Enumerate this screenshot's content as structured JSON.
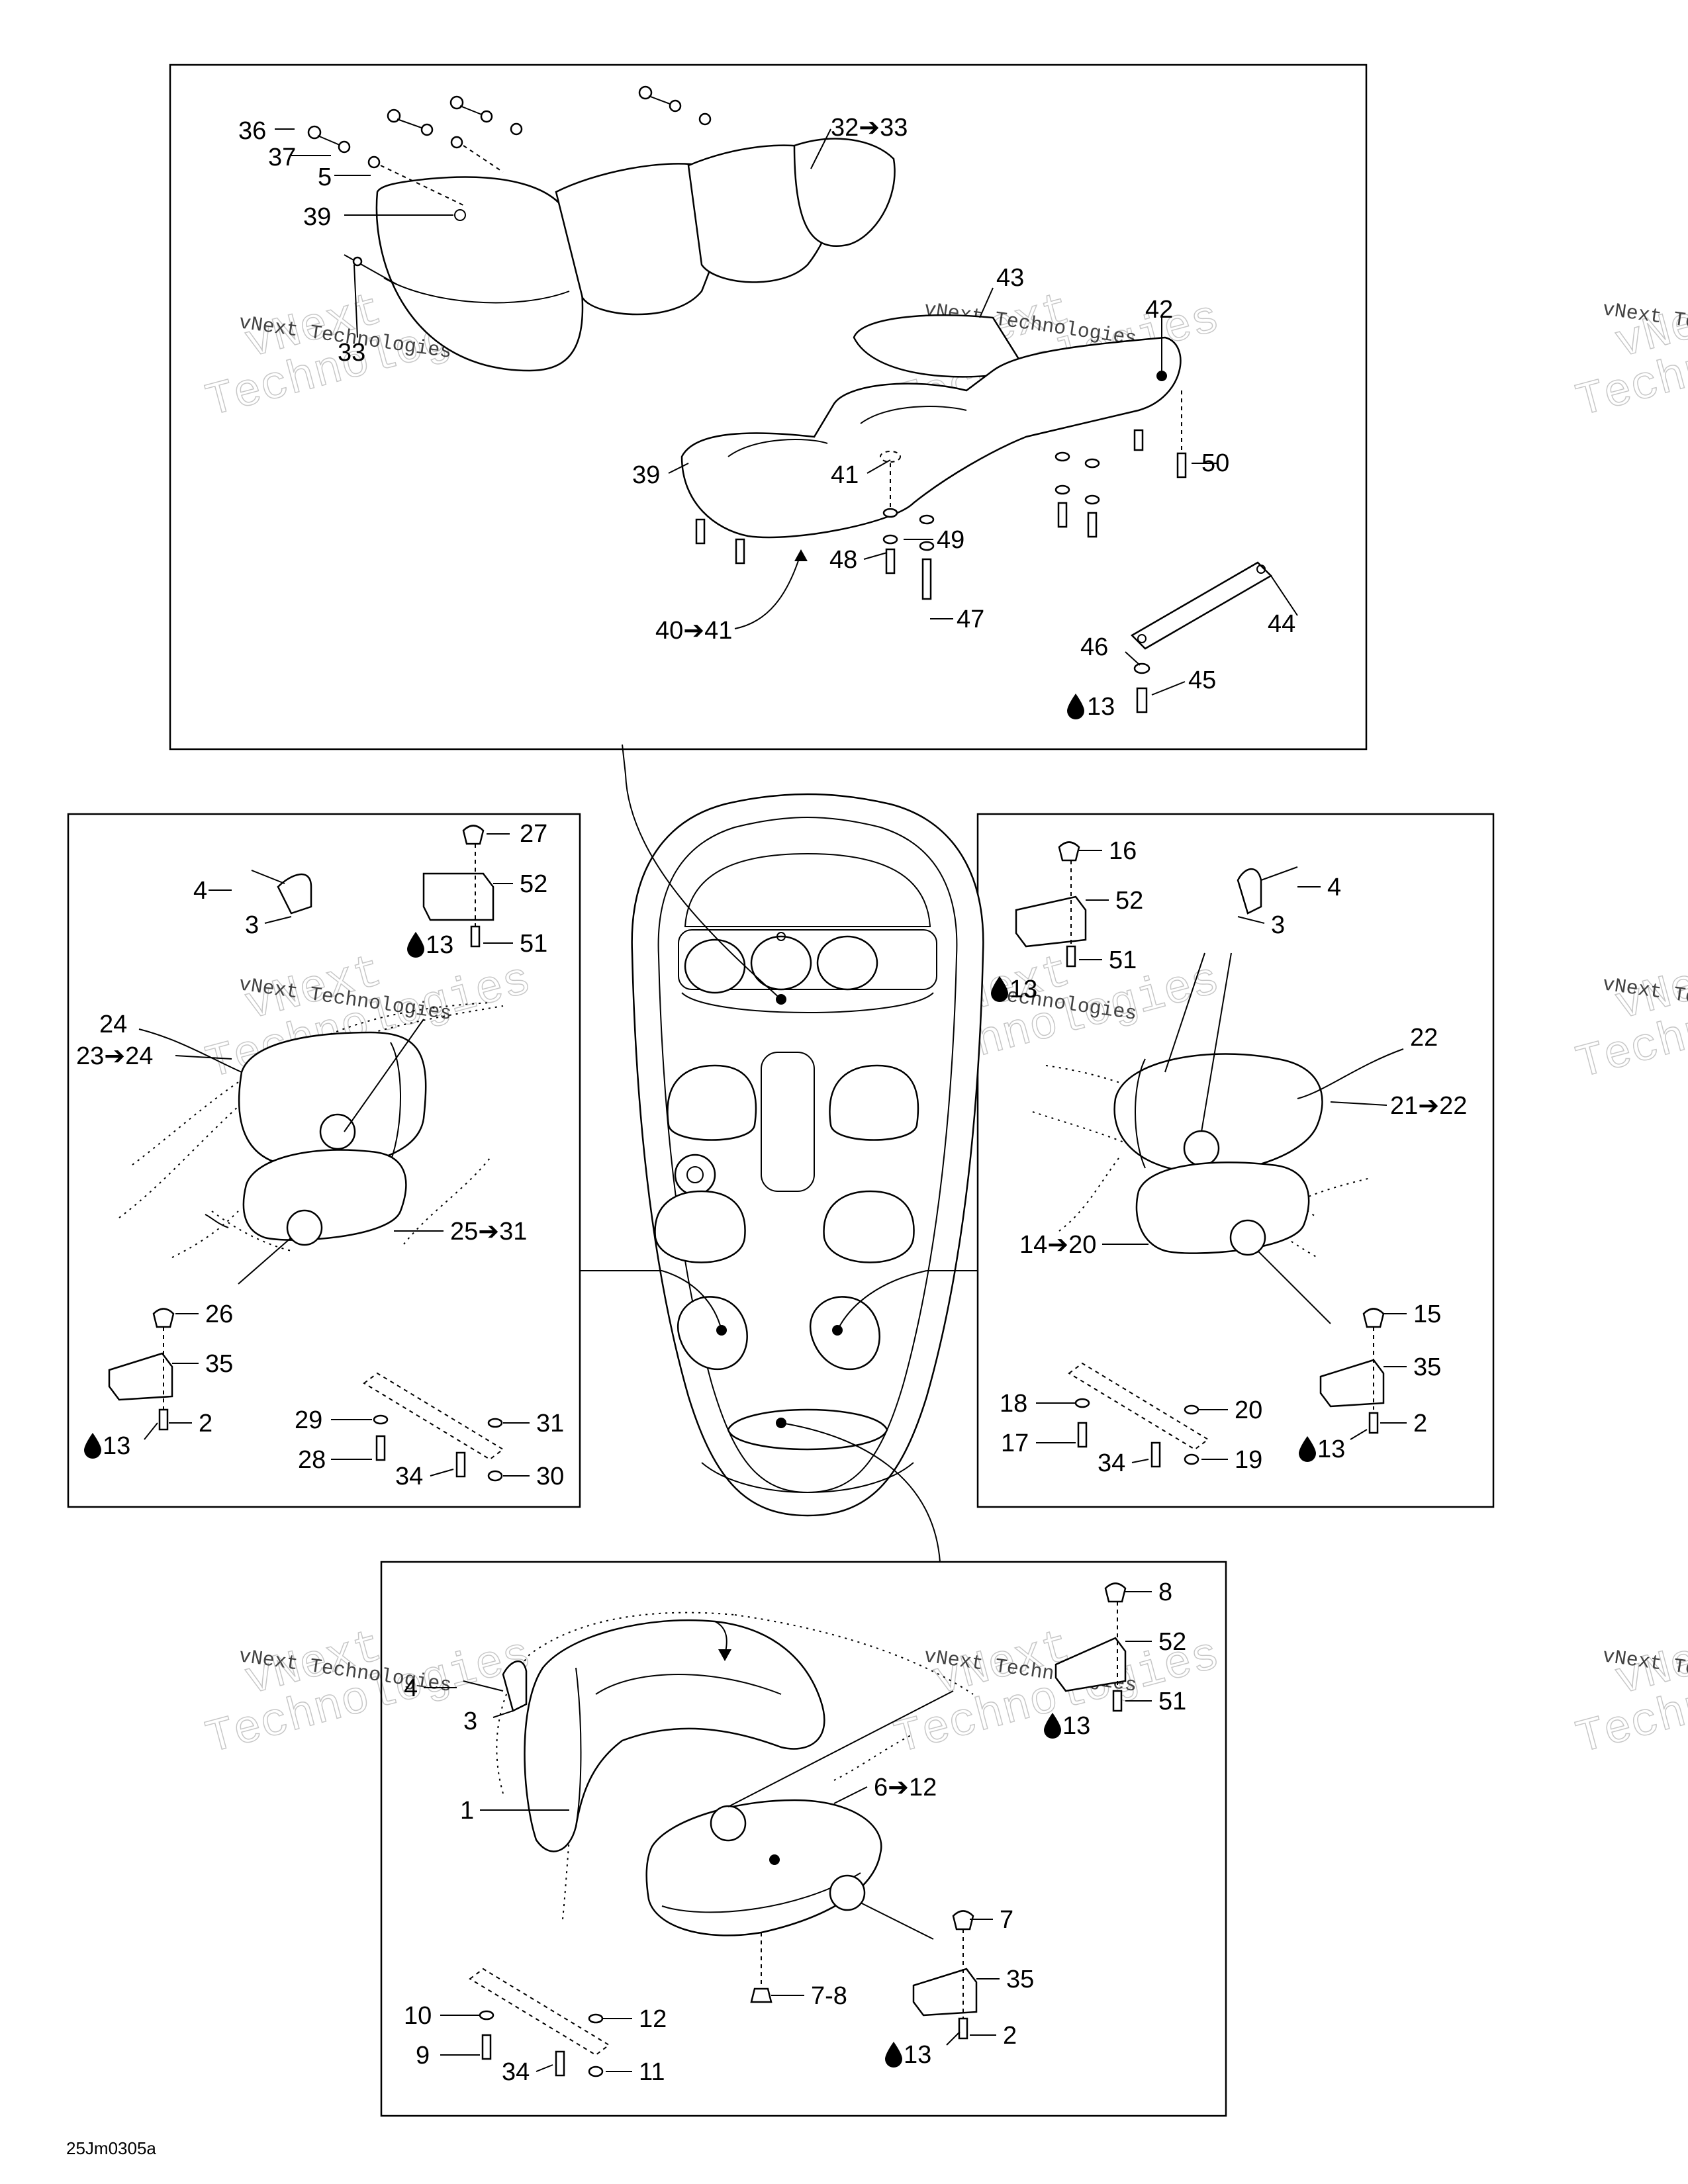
{
  "watermark": {
    "company": "vNext Technologies",
    "word1": "vNext",
    "word2": "Technologies"
  },
  "reference_code": "25Jm0305a",
  "arrow_glyph": "➔",
  "panels": {
    "top": {
      "labels": {
        "l36": "36",
        "l37": "37",
        "l5": "5",
        "l39a": "39",
        "l33": "33",
        "l32_33": "32➔33",
        "l43": "43",
        "l42": "42",
        "l39b": "39",
        "l41": "41",
        "l50": "50",
        "l49": "49",
        "l48": "48",
        "l47": "47",
        "l40_41": "40➔41",
        "l44": "44",
        "l46": "46",
        "l45": "45",
        "l13": "13"
      }
    },
    "left": {
      "labels": {
        "l27": "27",
        "l52": "52",
        "l4": "4",
        "l3": "3",
        "l13a": "13",
        "l51": "51",
        "l24": "24",
        "l23_24": "23➔24",
        "l25_31": "25➔31",
        "l26": "26",
        "l35": "35",
        "l2": "2",
        "l13b": "13",
        "l29": "29",
        "l31": "31",
        "l28": "28",
        "l34": "34",
        "l30": "30"
      }
    },
    "right": {
      "labels": {
        "l16": "16",
        "l52": "52",
        "l4": "4",
        "l3": "3",
        "l51": "51",
        "l13a": "13",
        "l22": "22",
        "l21_22": "21➔22",
        "l14_20": "14➔20",
        "l15": "15",
        "l35": "35",
        "l18": "18",
        "l20": "20",
        "l2": "2",
        "l17": "17",
        "l34": "34",
        "l19": "19",
        "l13b": "13"
      }
    },
    "bottom": {
      "labels": {
        "l8": "8",
        "l52": "52",
        "l4": "4",
        "l3": "3",
        "l51": "51",
        "l13a": "13",
        "l1": "1",
        "l6_12": "6➔12",
        "l7a": "7",
        "l35": "35",
        "l2": "2",
        "l13b": "13",
        "l7_8": "7-8",
        "l10": "10",
        "l12": "12",
        "l9": "9",
        "l34": "34",
        "l11": "11"
      }
    }
  }
}
